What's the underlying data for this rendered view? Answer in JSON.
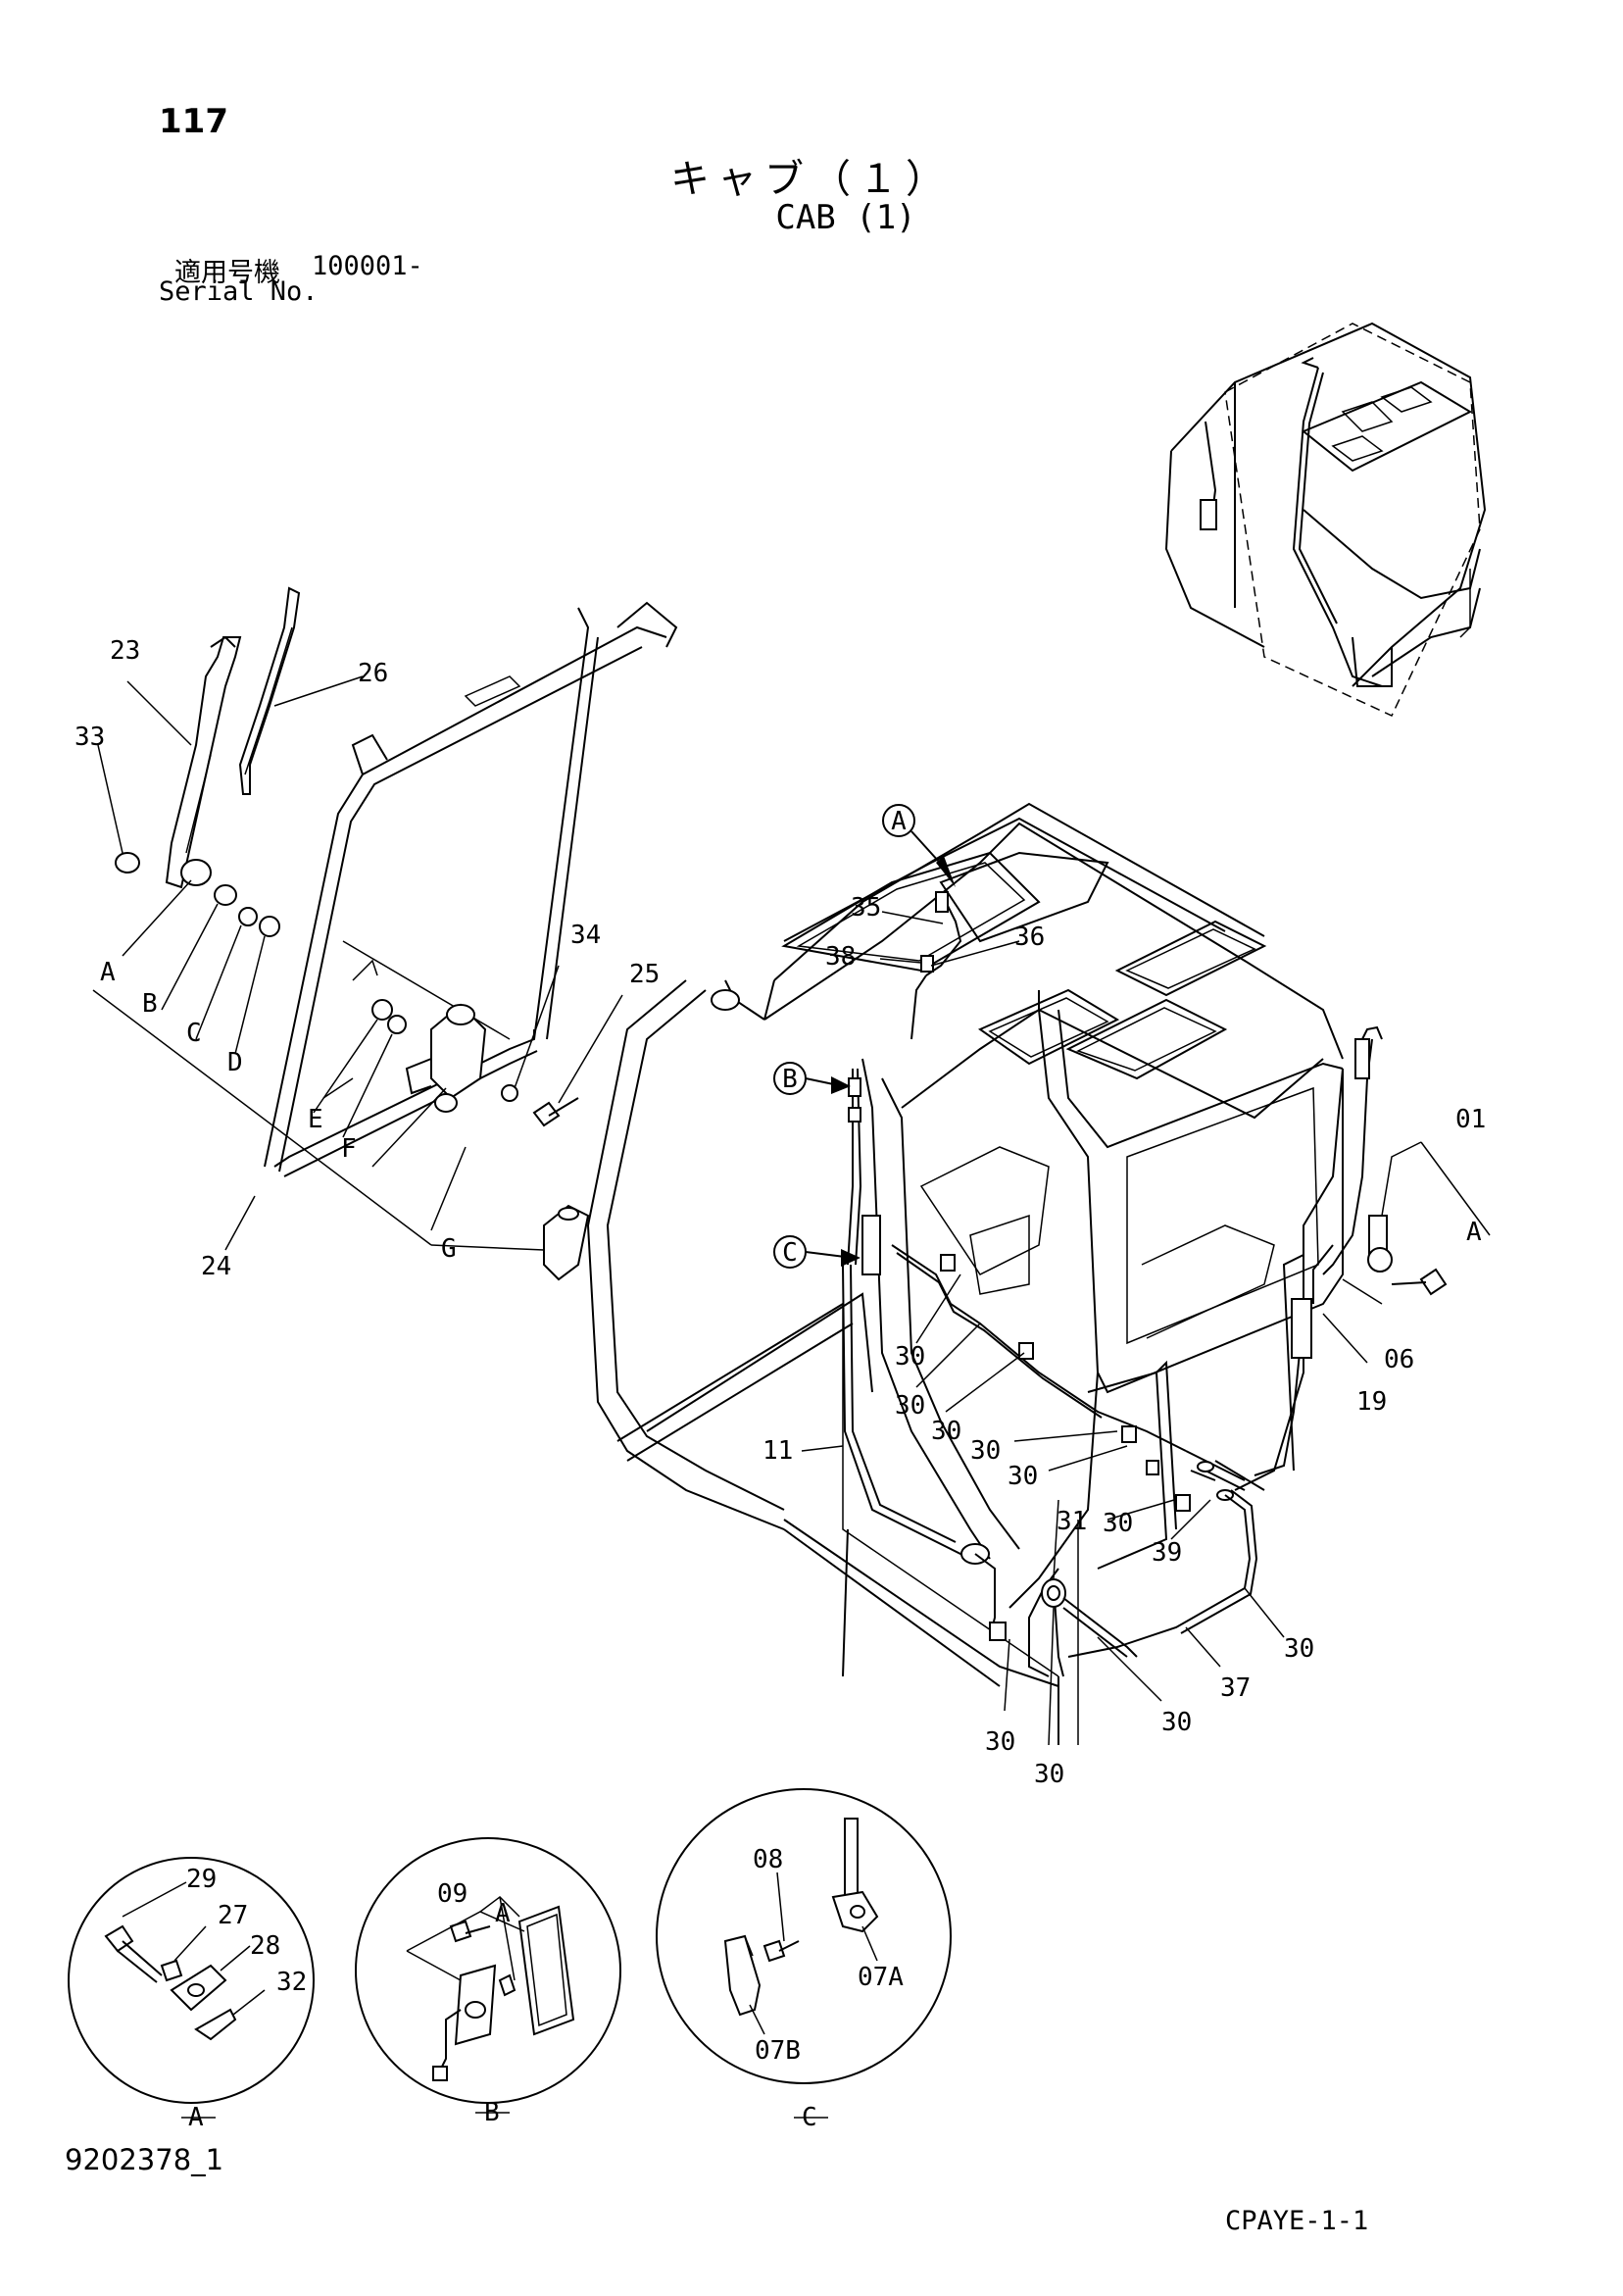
{
  "header": {
    "page_number": "117",
    "title_ja": "キャブ（１）",
    "title_en": "CAB (1)",
    "serial_label_ja": "適用号機",
    "serial_value": "100001-",
    "serial_label_en": "Serial No."
  },
  "footer": {
    "doc_id": "9202378_1",
    "sheet_code": "CPAYE-1-1"
  },
  "callouts": {
    "c23": "23",
    "c26": "26",
    "c33": "33",
    "cA": "A",
    "cB": "B",
    "cC": "C",
    "cD": "D",
    "cE": "E",
    "cF": "F",
    "cG": "G",
    "c24": "24",
    "c34": "34",
    "c25": "25",
    "c35": "35",
    "c36": "36",
    "c38": "38",
    "c01": "01",
    "cA_right": "A",
    "c06": "06",
    "c19": "19",
    "c11": "11",
    "c30_1": "30",
    "c30_2": "30",
    "c30_3": "30",
    "c30_4": "30",
    "c30_5": "30",
    "c30_6": "30",
    "c30_7": "30",
    "c30_8": "30",
    "c30_9": "30",
    "c30_10": "30",
    "c31": "31",
    "c39": "39",
    "c37": "37"
  },
  "view_markers": {
    "A": "A",
    "B": "B",
    "C": "C"
  },
  "detail_views": {
    "A": {
      "label": "A",
      "parts": [
        "29",
        "27",
        "28",
        "32"
      ]
    },
    "B": {
      "label": "B",
      "parts": [
        "09",
        "A"
      ]
    },
    "C": {
      "label": "C",
      "parts": [
        "08",
        "07A",
        "07B"
      ]
    }
  }
}
